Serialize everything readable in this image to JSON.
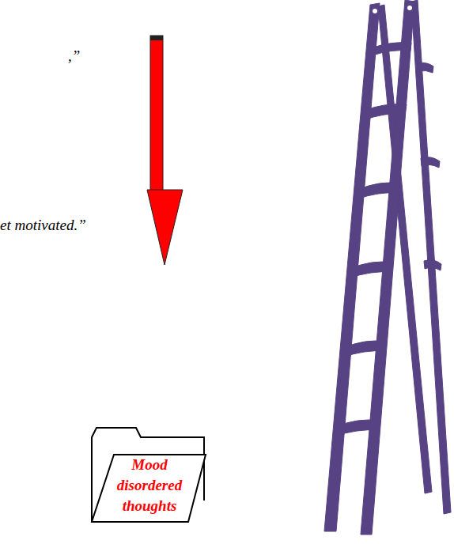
{
  "diagram": {
    "nodes": [
      {
        "text": [
          "Mood disordered thoughts"
        ]
      }
    ],
    "labels": [
      ",”",
      "et motivated.”"
    ]
  }
}
